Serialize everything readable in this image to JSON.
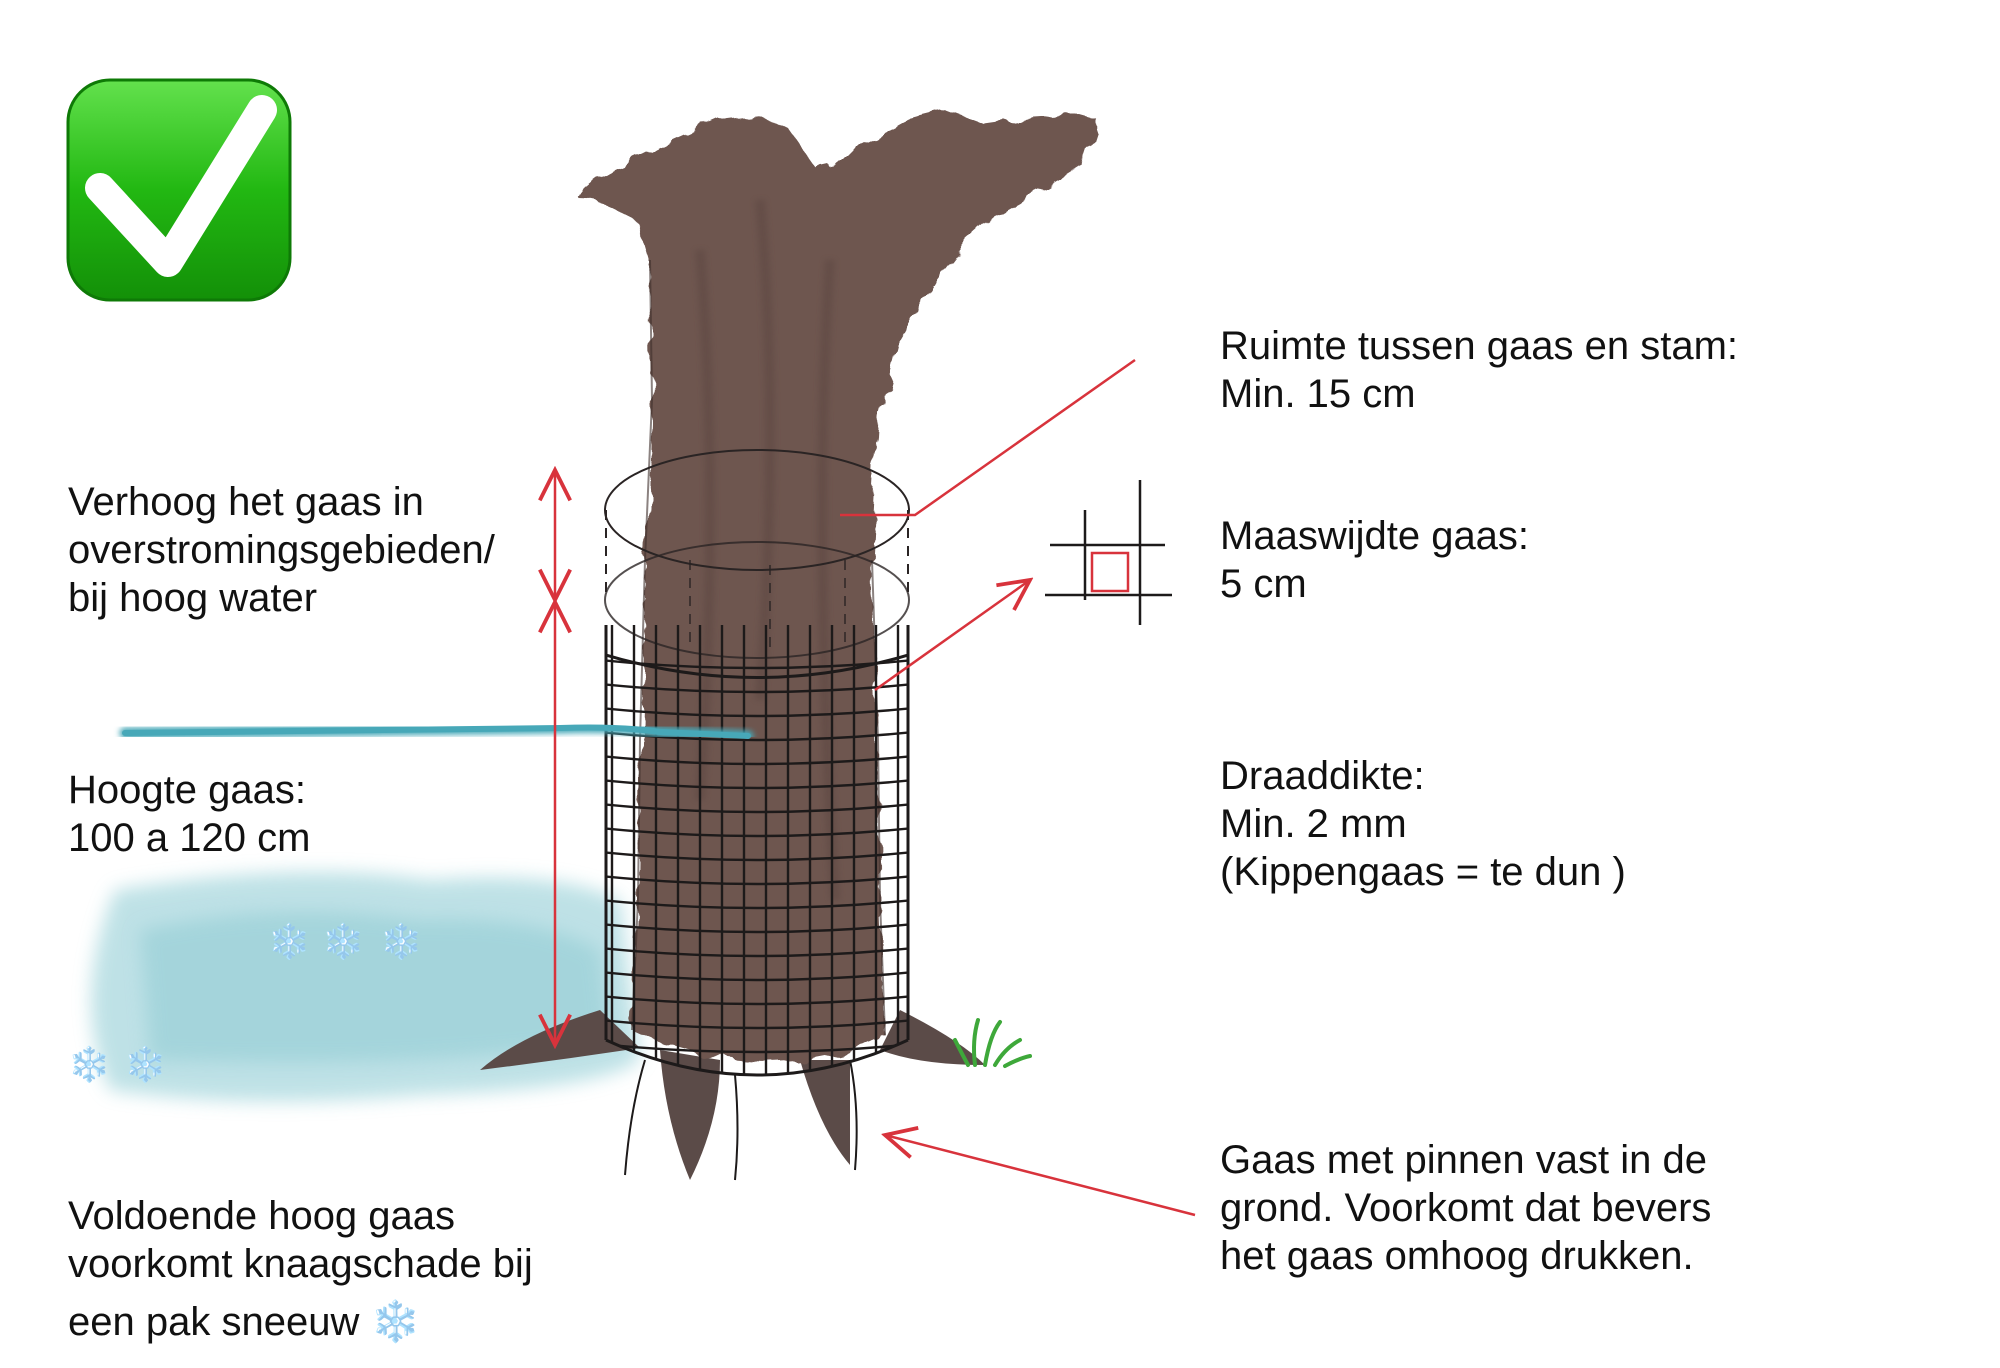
{
  "colors": {
    "check_green": "#1db60f",
    "trunk_brown": "#6e5650",
    "arrow_red": "#d8333c",
    "water_teal": "#47a8b8",
    "snow_blue": "#a9d8de",
    "mesh_dark": "#1d1a1a",
    "grass_green": "#3ea83a"
  },
  "icons": {
    "approval": "checkmark-icon",
    "snowflake": "snowflake-icon",
    "snowflake_glyph": "❄️"
  },
  "labels": {
    "space": {
      "line1": "Ruimte tussen gaas en stam:",
      "line2": "Min. 15 cm"
    },
    "mesh": {
      "line1": "Maaswijdte gaas:",
      "line2": "5 cm"
    },
    "wire": {
      "line1": "Draaddikte:",
      "line2": "Min.  2 mm",
      "line3": "(Kippengaas = te dun )"
    },
    "pins": {
      "line1": "Gaas met pinnen vast in de",
      "line2": "grond. Voorkomt dat bevers",
      "line3": "het gaas omhoog drukken."
    },
    "raise": {
      "line1": "Verhoog het gaas in",
      "line2": "overstromingsgebieden/",
      "line3": "bij hoog water"
    },
    "height": {
      "line1": "Hoogte gaas:",
      "line2": "100 a 120 cm"
    },
    "snow": {
      "line1": "Voldoende hoog gaas",
      "line2": "voorkomt knaagschade bij",
      "line3": "een pak sneeuw"
    }
  }
}
